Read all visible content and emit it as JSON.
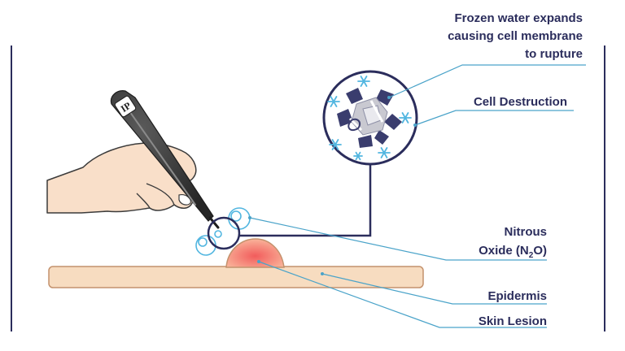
{
  "labels": {
    "frozen_line1": "Frozen water expands",
    "frozen_line2": "causing cell membrane",
    "frozen_line3": "to rupture",
    "cell_destruction": "Cell Destruction",
    "nitrous_line1": "Nitrous",
    "nitrous_prefix": "Oxide (N",
    "nitrous_subscript": "2",
    "nitrous_suffix": "O)",
    "epidermis": "Epidermis",
    "skin_lesion": "Skin Lesion"
  },
  "pen_logo": "IP",
  "colors": {
    "navy": "#2b2d5c",
    "leader": "#4aa3c9",
    "skin": "#f7dcc0",
    "skin_outline": "#c4926d",
    "lesion": "#f27a70",
    "hand": "#f9dfc9",
    "pen": "#3c3c3c",
    "ice": "#52b6e0"
  }
}
